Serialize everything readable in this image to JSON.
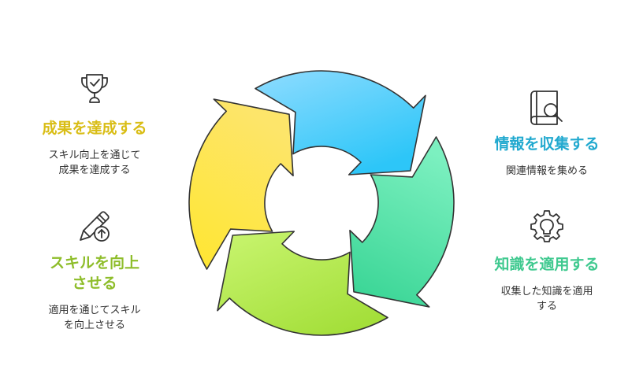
{
  "steps": [
    {
      "title": "成果を達成する",
      "description_lines": [
        "スキル向上を通じて",
        "成果を達成する"
      ],
      "icon": "trophy-icon",
      "title_color": "#d9bd15"
    },
    {
      "title": "情報を収集する",
      "description_lines": [
        "関連情報を集める"
      ],
      "icon": "book-magnifier-icon",
      "title_color": "#21a9cf"
    },
    {
      "title": "知識を適用する",
      "description_lines": [
        "収集した知識を適用",
        "する"
      ],
      "icon": "gear-lightbulb-icon",
      "title_color": "#3fc98f"
    },
    {
      "title_lines": [
        "スキルを向上",
        "させる"
      ],
      "description_lines": [
        "適用を通じてスキル",
        "を向上させる"
      ],
      "icon": "pencil-upload-icon",
      "title_color": "#8ebd2a"
    }
  ],
  "cycle": {
    "segments": [
      {
        "name": "result",
        "color_start": "#ffe630",
        "color_end": "#fde56a"
      },
      {
        "name": "info",
        "color_start": "#8fdcff",
        "color_end": "#2dc6f8"
      },
      {
        "name": "knowledge",
        "color_start": "#7cf0c0",
        "color_end": "#39d595"
      },
      {
        "name": "skill",
        "color_start": "#c9f570",
        "color_end": "#a4df3a"
      }
    ]
  }
}
